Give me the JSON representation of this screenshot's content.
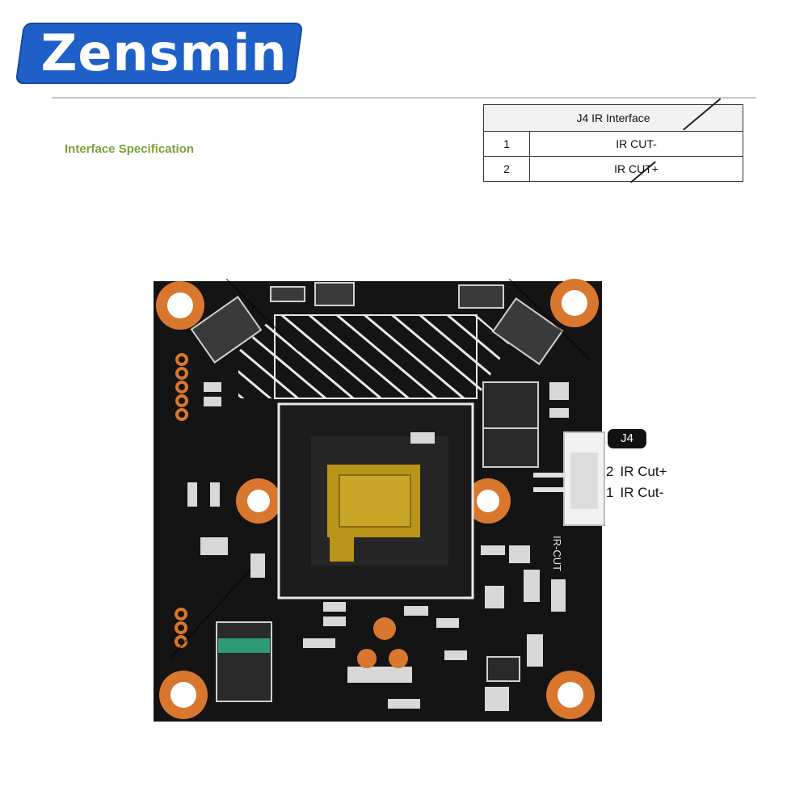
{
  "brand": {
    "name": "Zensmin",
    "color": "#1f5fc8"
  },
  "spec_title": "Interface Specification",
  "interface_table": {
    "header": "J4 IR Interface",
    "rows": [
      {
        "pin": "1",
        "signal": "IR CUT-"
      },
      {
        "pin": "2",
        "signal": "IR CUT+"
      }
    ]
  },
  "board": {
    "silkscreen": "IR-CUT",
    "connector": {
      "name": "J4",
      "pins": [
        {
          "pin": "2",
          "label": "IR Cut+"
        },
        {
          "pin": "1",
          "label": "IR Cut-"
        }
      ]
    }
  },
  "colors": {
    "pcb": "#141414",
    "copper": "#d9772e",
    "silk": "#e8e8e8",
    "sensor": "#b89418"
  }
}
